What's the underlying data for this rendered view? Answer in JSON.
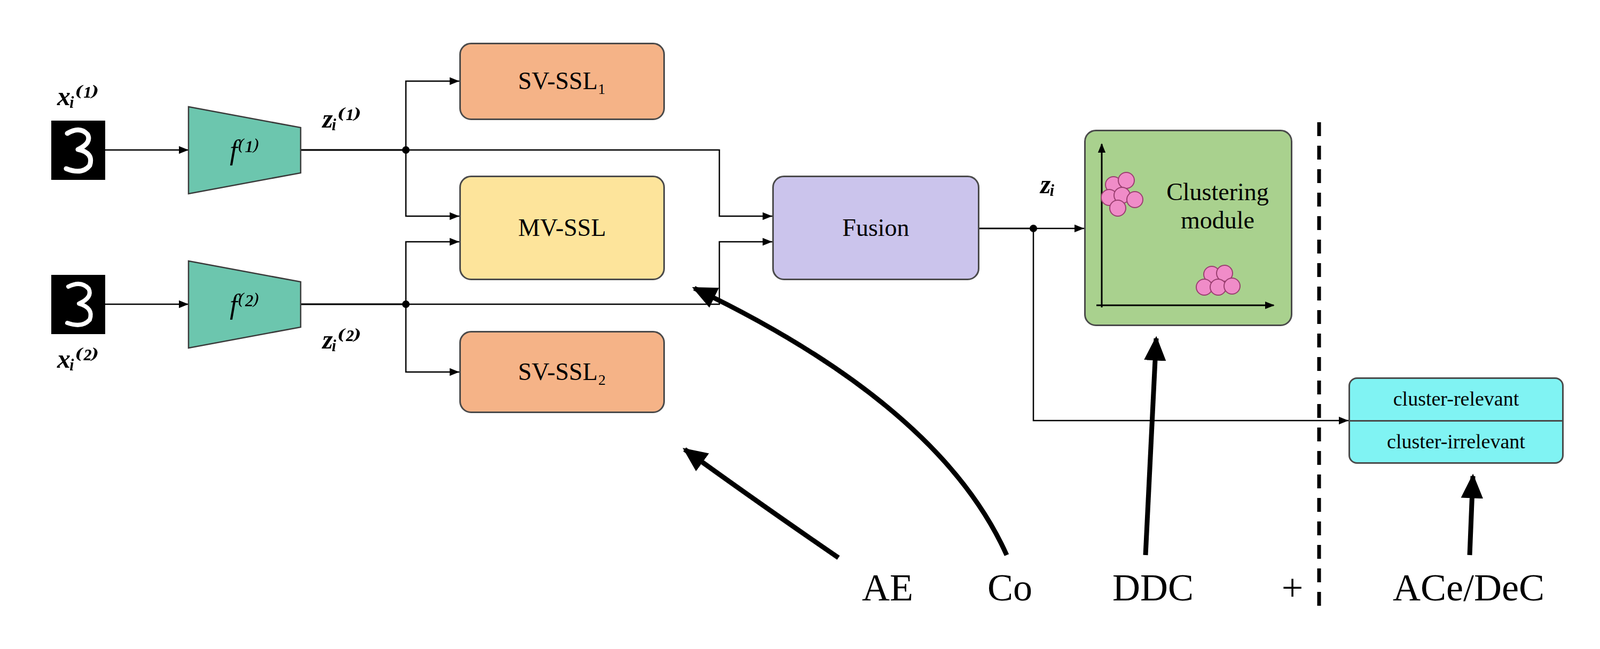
{
  "diagram": {
    "nodes": [
      {
        "text": [
          "f⁽¹⁾"
        ]
      },
      {
        "text": [
          "f⁽²⁾"
        ]
      },
      {
        "text": [
          "SV-SSL₁"
        ]
      },
      {
        "text": [
          "MV-SSL"
        ]
      },
      {
        "text": [
          "SV-SSL₂"
        ]
      },
      {
        "text": [
          "Fusion"
        ]
      },
      {
        "text": [
          "Clustering module"
        ]
      },
      {
        "text": [
          "cluster-relevant",
          "cluster-irrelevant"
        ]
      }
    ],
    "edges": [
      {
        "from": 0,
        "to": 2,
        "arrow": "to"
      },
      {
        "from": 0,
        "to": 3,
        "arrow": "to"
      },
      {
        "from": 0,
        "to": 5,
        "arrow": "to"
      },
      {
        "from": 1,
        "to": 3,
        "arrow": "to"
      },
      {
        "from": 1,
        "to": 5,
        "arrow": "to"
      },
      {
        "from": 1,
        "to": 4,
        "arrow": "to"
      },
      {
        "from": 5,
        "to": 6,
        "arrow": "to"
      },
      {
        "from": 5,
        "to": 7,
        "arrow": "to"
      }
    ],
    "labels": [
      "xᵢ⁽¹⁾",
      "xᵢ⁽²⁾",
      "zᵢ⁽¹⁾",
      "zᵢ⁽²⁾",
      "zᵢ",
      "AE",
      "Co",
      "DDC",
      "+",
      "ACe/DeC"
    ]
  }
}
